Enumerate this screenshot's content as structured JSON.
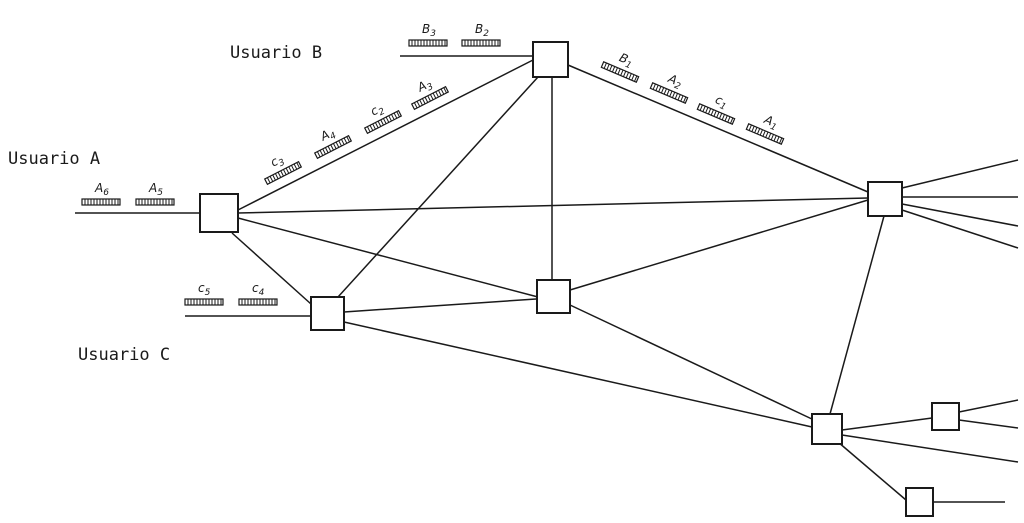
{
  "users": {
    "a": "Usuario A",
    "b": "Usuario B",
    "c": "Usuario C"
  },
  "packets": {
    "a6": {
      "letter": "A",
      "num": "6"
    },
    "a5": {
      "letter": "A",
      "num": "5"
    },
    "b3": {
      "letter": "B",
      "num": "3"
    },
    "b2": {
      "letter": "B",
      "num": "2"
    },
    "c5": {
      "letter": "c",
      "num": "5"
    },
    "c4": {
      "letter": "c",
      "num": "4"
    },
    "c3": {
      "letter": "c",
      "num": "3"
    },
    "a4": {
      "letter": "A",
      "num": "4"
    },
    "c2": {
      "letter": "c",
      "num": "2"
    },
    "a3": {
      "letter": "A",
      "num": "3"
    },
    "b1": {
      "letter": "B",
      "num": "1"
    },
    "a2": {
      "letter": "A",
      "num": "2"
    },
    "c1": {
      "letter": "c",
      "num": "1"
    },
    "a1": {
      "letter": "A",
      "num": "1"
    }
  }
}
